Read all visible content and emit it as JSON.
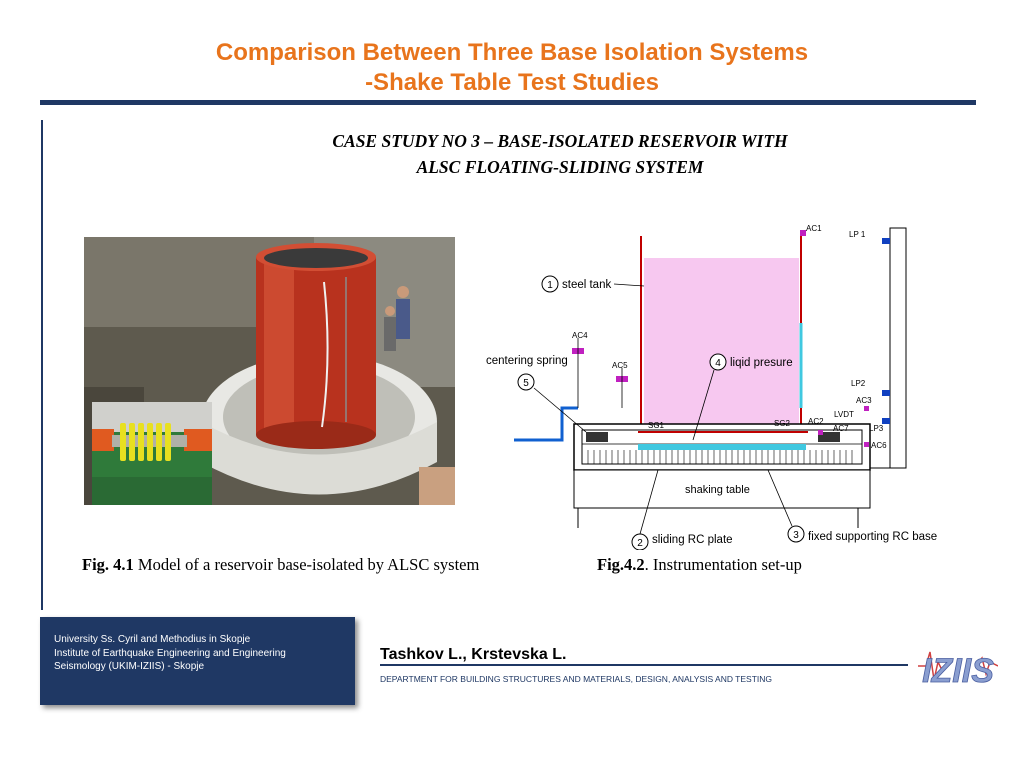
{
  "header": {
    "title_line1": "Comparison Between Three Base Isolation Systems",
    "title_line2": "-Shake Table Test Studies"
  },
  "case_study": {
    "line1": "CASE STUDY NO 3 – BASE-ISOLATED RESERVOIR WITH",
    "line2": "ALSC FLOATING-SLIDING SYSTEM"
  },
  "diagram": {
    "labels": {
      "steel_tank": "steel tank",
      "liquid_pressure": "liqid presure",
      "centering_spring": "centering spring",
      "shaking_table": "shaking table",
      "sliding_plate": "sliding RC plate",
      "fixed_base": "fixed supporting RC base"
    },
    "numbers": [
      "1",
      "2",
      "3",
      "4",
      "5"
    ],
    "sensors": {
      "ac1": "AC1",
      "ac2": "AC2",
      "ac3": "AC3",
      "ac4": "AC4",
      "ac5": "AC5",
      "ac6": "AC6",
      "ac7": "AC7",
      "lp1": "LP 1",
      "lp2": "LP2",
      "lp3": "LP3",
      "sg1": "SG1",
      "sg2": "SG2",
      "lvdt": "LVDT"
    },
    "colors": {
      "tank_fill": "#f7c8f0",
      "tank_wall": "#c00000",
      "water": "#40c8e0",
      "sensor": "#c020c0",
      "lp": "#1040c0"
    }
  },
  "captions": {
    "fig1_label": "Fig. 4.1",
    "fig1_text": " Model of a reservoir base-isolated by ALSC system",
    "fig2_label": "Fig.4.2",
    "fig2_text": ". Instrumentation set-up"
  },
  "footer": {
    "university_lines": [
      "University Ss. Cyril and Methodius in Skopje",
      "Institute of Earthquake Engineering and Engineering",
      "Seismology (UKIM-IZIIS) - Skopje"
    ],
    "authors": "Tashkov L., Krstevska L.",
    "department": "DEPARTMENT FOR BUILDING STRUCTURES AND MATERIALS, DESIGN, ANALYSIS AND TESTING",
    "logo_text": "IZIIS"
  }
}
